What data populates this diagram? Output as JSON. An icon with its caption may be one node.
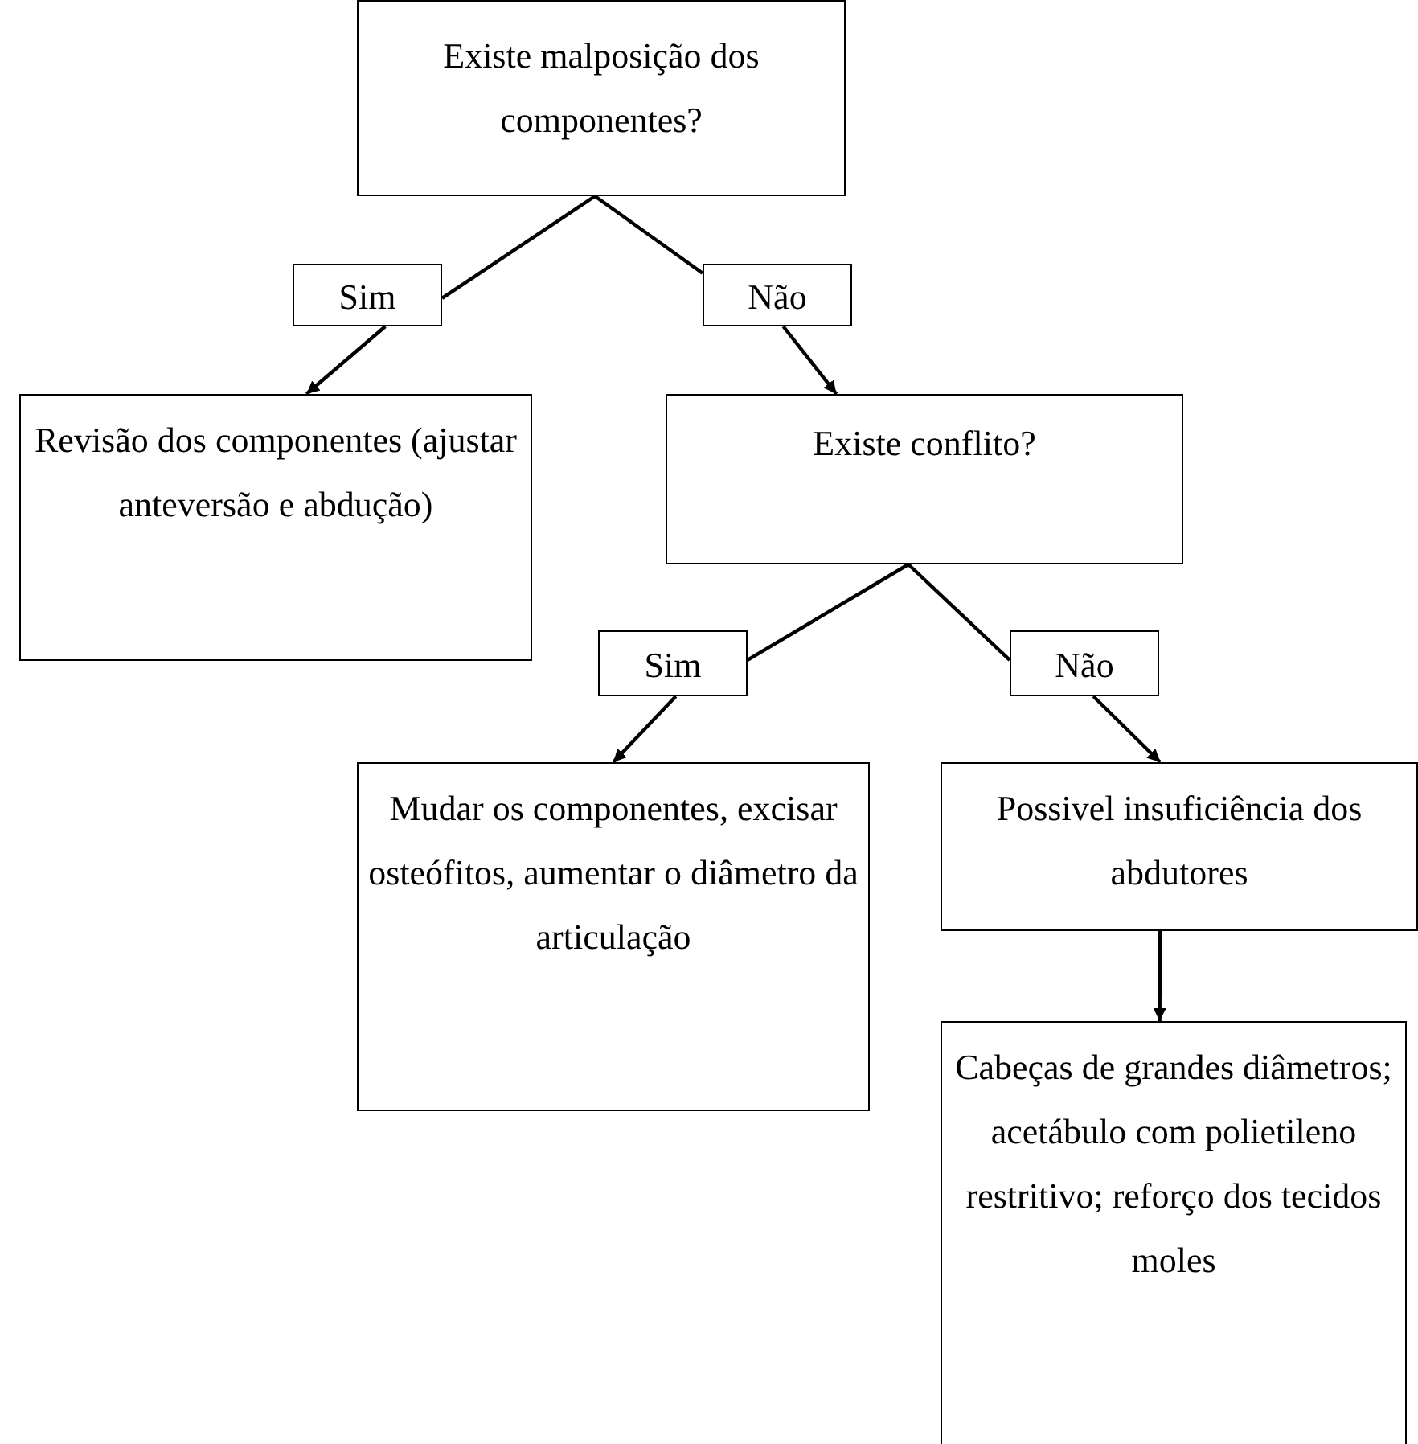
{
  "diagram": {
    "nodes": [
      {
        "text": [
          "Existe malposição dos componentes?"
        ]
      },
      {
        "text": [
          "Sim"
        ]
      },
      {
        "text": [
          "Não"
        ]
      },
      {
        "text": [
          "Revisão dos componentes (ajustar anteversão e abdução)"
        ]
      },
      {
        "text": [
          "Existe conflito?"
        ]
      },
      {
        "text": [
          "Sim"
        ]
      },
      {
        "text": [
          "Não"
        ]
      },
      {
        "text": [
          "Mudar os componentes, excisar osteófitos, aumentar o diâmetro da articulação"
        ]
      },
      {
        "text": [
          "Possivel insuficiência dos abdutores"
        ]
      },
      {
        "text": [
          "Cabeças de grandes diâmetros; acetábulo com polietileno restritivo; reforço dos tecidos moles"
        ]
      }
    ],
    "edges": [
      {
        "from": 0,
        "to": 1,
        "arrow": "none"
      },
      {
        "from": 1,
        "to": 3,
        "arrow": "to"
      },
      {
        "from": 0,
        "to": 2,
        "arrow": "none"
      },
      {
        "from": 2,
        "to": 4,
        "arrow": "to"
      },
      {
        "from": 4,
        "to": 5,
        "arrow": "none"
      },
      {
        "from": 5,
        "to": 7,
        "arrow": "to"
      },
      {
        "from": 4,
        "to": 6,
        "arrow": "none"
      },
      {
        "from": 6,
        "to": 8,
        "arrow": "to"
      },
      {
        "from": 8,
        "to": 9,
        "arrow": "to"
      }
    ]
  }
}
